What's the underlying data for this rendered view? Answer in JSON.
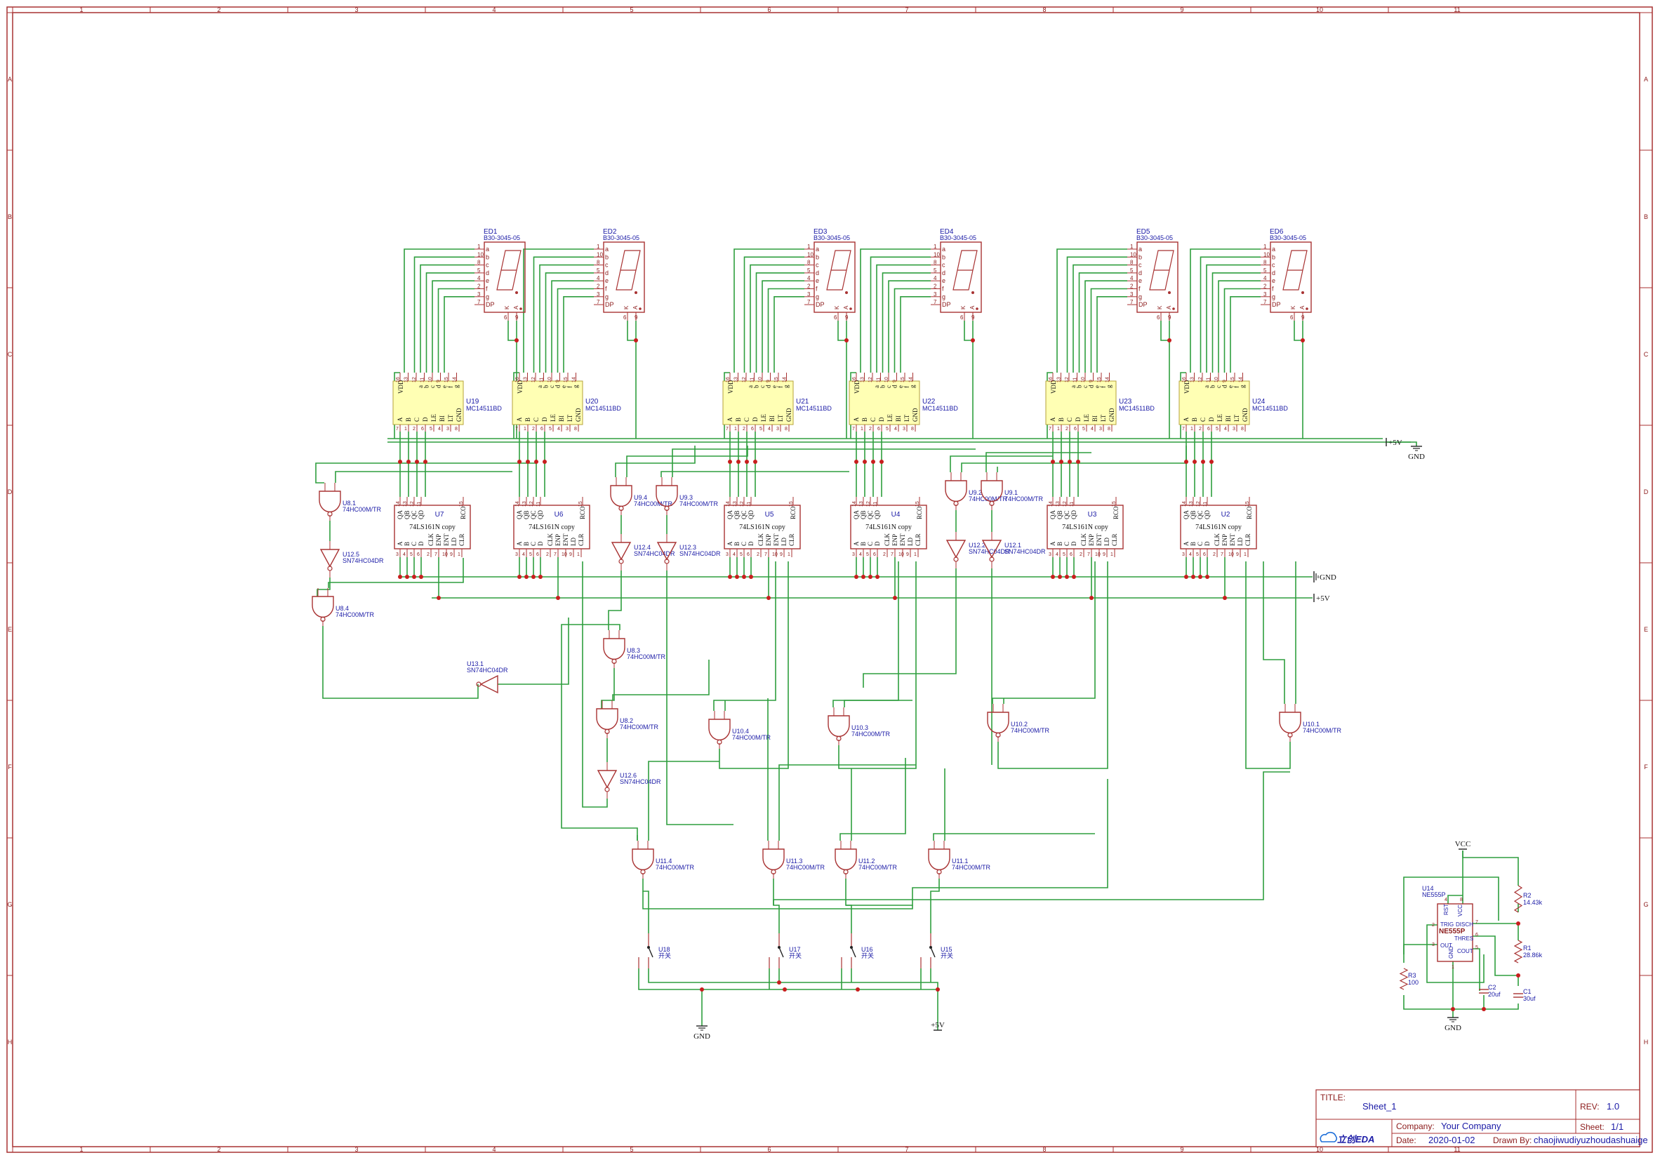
{
  "sheet": {
    "col_labels": [
      "1",
      "2",
      "3",
      "4",
      "5",
      "6",
      "7",
      "8",
      "9",
      "10",
      "11"
    ],
    "row_labels": [
      "A",
      "B",
      "C",
      "D",
      "E",
      "F",
      "G",
      "H"
    ]
  },
  "title_block": {
    "title_label": "TITLE:",
    "title_value": "Sheet_1",
    "rev_label": "REV:",
    "rev_value": "1.0",
    "company_label": "Company:",
    "company_value": "Your Company",
    "sheet_label": "Sheet:",
    "sheet_value": "1/1",
    "date_label": "Date:",
    "date_value": "2020-01-02",
    "drawn_label": "Drawn By:",
    "drawn_value": "chaojiwudiyuzhoudashuaige",
    "logo": "立创EDA"
  },
  "displays": [
    {
      "ref": "ED1",
      "part": "B30-3045-05"
    },
    {
      "ref": "ED2",
      "part": "B30-3045-05"
    },
    {
      "ref": "ED3",
      "part": "B30-3045-05"
    },
    {
      "ref": "ED4",
      "part": "B30-3045-05"
    },
    {
      "ref": "ED5",
      "part": "B30-3045-05"
    },
    {
      "ref": "ED6",
      "part": "B30-3045-05"
    }
  ],
  "display_pins": {
    "nums": [
      "1",
      "10",
      "8",
      "5",
      "4",
      "2",
      "3",
      "7"
    ],
    "names": [
      "a",
      "b",
      "c",
      "d",
      "e",
      "f",
      "g",
      "DP"
    ],
    "k": "K",
    "a": "A",
    "k_num": "6",
    "a_num": "9"
  },
  "decoders": [
    {
      "ref": "U19",
      "part": "MC14511BD"
    },
    {
      "ref": "U20",
      "part": "MC14511BD"
    },
    {
      "ref": "U21",
      "part": "MC14511BD"
    },
    {
      "ref": "U22",
      "part": "MC14511BD"
    },
    {
      "ref": "U23",
      "part": "MC14511BD"
    },
    {
      "ref": "U24",
      "part": "MC14511BD"
    }
  ],
  "decoder_pins": {
    "vdd": "VDD",
    "outs": [
      "a",
      "b",
      "c",
      "d",
      "e",
      "f",
      "g"
    ],
    "bottom": [
      "A",
      "B",
      "C",
      "D",
      "LE",
      "BI",
      "LT",
      "GND"
    ],
    "top_nums": [
      "16",
      "13",
      "12",
      "11",
      "10",
      "9",
      "15",
      "14"
    ],
    "bottom_nums": [
      "7",
      "1",
      "2",
      "6",
      "5",
      "4",
      "3",
      "8"
    ]
  },
  "counters": [
    {
      "ref": "U7",
      "part": "74LS161N copy"
    },
    {
      "ref": "U6",
      "part": "74LS161N copy"
    },
    {
      "ref": "U5",
      "part": "74LS161N copy"
    },
    {
      "ref": "U4",
      "part": "74LS161N copy"
    },
    {
      "ref": "U3",
      "part": "74LS161N copy"
    },
    {
      "ref": "U2",
      "part": "74LS161N copy"
    }
  ],
  "counter_pins": {
    "top": [
      "QA",
      "QB",
      "QC",
      "QD",
      "RCO"
    ],
    "top_nums": [
      "14",
      "13",
      "12",
      "11",
      "15"
    ],
    "bottom": [
      "A",
      "B",
      "C",
      "D",
      "CLK",
      "ENP",
      "ENT",
      "LD",
      "CLR"
    ],
    "bottom_nums": [
      "3",
      "4",
      "5",
      "6",
      "2",
      "7",
      "10",
      "9",
      "1"
    ]
  },
  "gates": [
    {
      "ref": "U8.1",
      "part": "74HC00M/TR",
      "kind": "nand"
    },
    {
      "ref": "U12.5",
      "part": "SN74HC04DR",
      "kind": "inv"
    },
    {
      "ref": "U8.4",
      "part": "74HC00M/TR",
      "kind": "nand"
    },
    {
      "ref": "U13.1",
      "part": "SN74HC04DR",
      "kind": "inv"
    },
    {
      "ref": "U9.4",
      "part": "74HC00M/TR",
      "kind": "nand"
    },
    {
      "ref": "U9.3",
      "part": "74HC00M/TR",
      "kind": "nand"
    },
    {
      "ref": "U12.4",
      "part": "SN74HC04DR",
      "kind": "inv"
    },
    {
      "ref": "U12.3",
      "part": "SN74HC04DR",
      "kind": "inv"
    },
    {
      "ref": "U8.3",
      "part": "74HC00M/TR",
      "kind": "nand"
    },
    {
      "ref": "U8.2",
      "part": "74HC00M/TR",
      "kind": "nand"
    },
    {
      "ref": "U12.6",
      "part": "SN74HC04DR",
      "kind": "inv"
    },
    {
      "ref": "U10.4",
      "part": "74HC00M/TR",
      "kind": "nand"
    },
    {
      "ref": "U10.3",
      "part": "74HC00M/TR",
      "kind": "nand"
    },
    {
      "ref": "U10.2",
      "part": "74HC00M/TR",
      "kind": "nand"
    },
    {
      "ref": "U10.1",
      "part": "74HC00M/TR",
      "kind": "nand"
    },
    {
      "ref": "U9.2",
      "part": "74HC00M/TR",
      "kind": "nand"
    },
    {
      "ref": "U9.1",
      "part": "74HC00M/TR",
      "kind": "nand"
    },
    {
      "ref": "U12.2",
      "part": "SN74HC04DR",
      "kind": "inv"
    },
    {
      "ref": "U12.1",
      "part": "SN74HC04DR",
      "kind": "inv"
    },
    {
      "ref": "U11.4",
      "part": "74HC00M/TR",
      "kind": "nand"
    },
    {
      "ref": "U11.3",
      "part": "74HC00M/TR",
      "kind": "nand"
    },
    {
      "ref": "U11.2",
      "part": "74HC00M/TR",
      "kind": "nand"
    },
    {
      "ref": "U11.1",
      "part": "74HC00M/TR",
      "kind": "nand"
    }
  ],
  "switches": [
    {
      "ref": "U18",
      "part": "开关"
    },
    {
      "ref": "U17",
      "part": "开关"
    },
    {
      "ref": "U16",
      "part": "开关"
    },
    {
      "ref": "U15",
      "part": "开关"
    }
  ],
  "timer": {
    "ref": "U14",
    "part": "NE555P",
    "name": "NE555P",
    "pins": [
      "RST",
      "VCC",
      "TRIG",
      "DISCH",
      "OUT",
      "THRES",
      "GND",
      "COUT"
    ],
    "pin_nums": [
      "4",
      "8",
      "2",
      "7",
      "3",
      "6",
      "1",
      "5"
    ]
  },
  "passives": [
    {
      "ref": "R2",
      "value": "14.43k"
    },
    {
      "ref": "R1",
      "value": "28.86k"
    },
    {
      "ref": "R3",
      "value": "100"
    },
    {
      "ref": "C2",
      "value": "20uf"
    },
    {
      "ref": "C1",
      "value": "30uf"
    }
  ],
  "power": {
    "gnd": "GND",
    "plus5v": "+5V",
    "vcc": "VCC"
  },
  "colors": {
    "wire": "#2e9e3e",
    "symbol": "#a83232",
    "designator": "#1a1aa6",
    "ic_fill": "#ffffb4",
    "frame": "#a83232"
  }
}
